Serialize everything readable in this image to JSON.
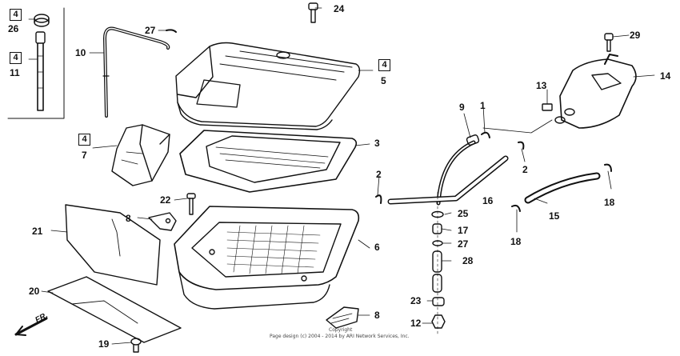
{
  "callouts": [
    {
      "id": "p26",
      "text": "26"
    },
    {
      "id": "p11",
      "text": "11"
    },
    {
      "id": "p10",
      "text": "10"
    },
    {
      "id": "p27a",
      "text": "27"
    },
    {
      "id": "p24",
      "text": "24"
    },
    {
      "id": "p5",
      "text": "5"
    },
    {
      "id": "p7",
      "text": "7"
    },
    {
      "id": "p3",
      "text": "3"
    },
    {
      "id": "p22",
      "text": "22"
    },
    {
      "id": "p8a",
      "text": "8"
    },
    {
      "id": "p21",
      "text": "21"
    },
    {
      "id": "p6",
      "text": "6"
    },
    {
      "id": "p20",
      "text": "20"
    },
    {
      "id": "p19",
      "text": "19"
    },
    {
      "id": "p8b",
      "text": "8"
    },
    {
      "id": "p9",
      "text": "9"
    },
    {
      "id": "p1",
      "text": "1"
    },
    {
      "id": "p2a",
      "text": "2"
    },
    {
      "id": "p2b",
      "text": "2"
    },
    {
      "id": "p16",
      "text": "16"
    },
    {
      "id": "p25",
      "text": "25"
    },
    {
      "id": "p17",
      "text": "17"
    },
    {
      "id": "p27b",
      "text": "27"
    },
    {
      "id": "p28",
      "text": "28"
    },
    {
      "id": "p23",
      "text": "23"
    },
    {
      "id": "p12",
      "text": "12"
    },
    {
      "id": "p13",
      "text": "13"
    },
    {
      "id": "p29",
      "text": "29"
    },
    {
      "id": "p14",
      "text": "14"
    },
    {
      "id": "p15",
      "text": "15"
    },
    {
      "id": "p18a",
      "text": "18"
    },
    {
      "id": "p18b",
      "text": "18"
    }
  ],
  "boxed_refs": [
    {
      "id": "b26",
      "text": "4"
    },
    {
      "id": "b11",
      "text": "4"
    },
    {
      "id": "b5",
      "text": "4"
    },
    {
      "id": "b7",
      "text": "4"
    }
  ],
  "direction_label": "FR.",
  "copyright": {
    "line1": "Copyright",
    "line2": "Page design (c) 2004 - 2014 by ARI Network Services, Inc."
  }
}
